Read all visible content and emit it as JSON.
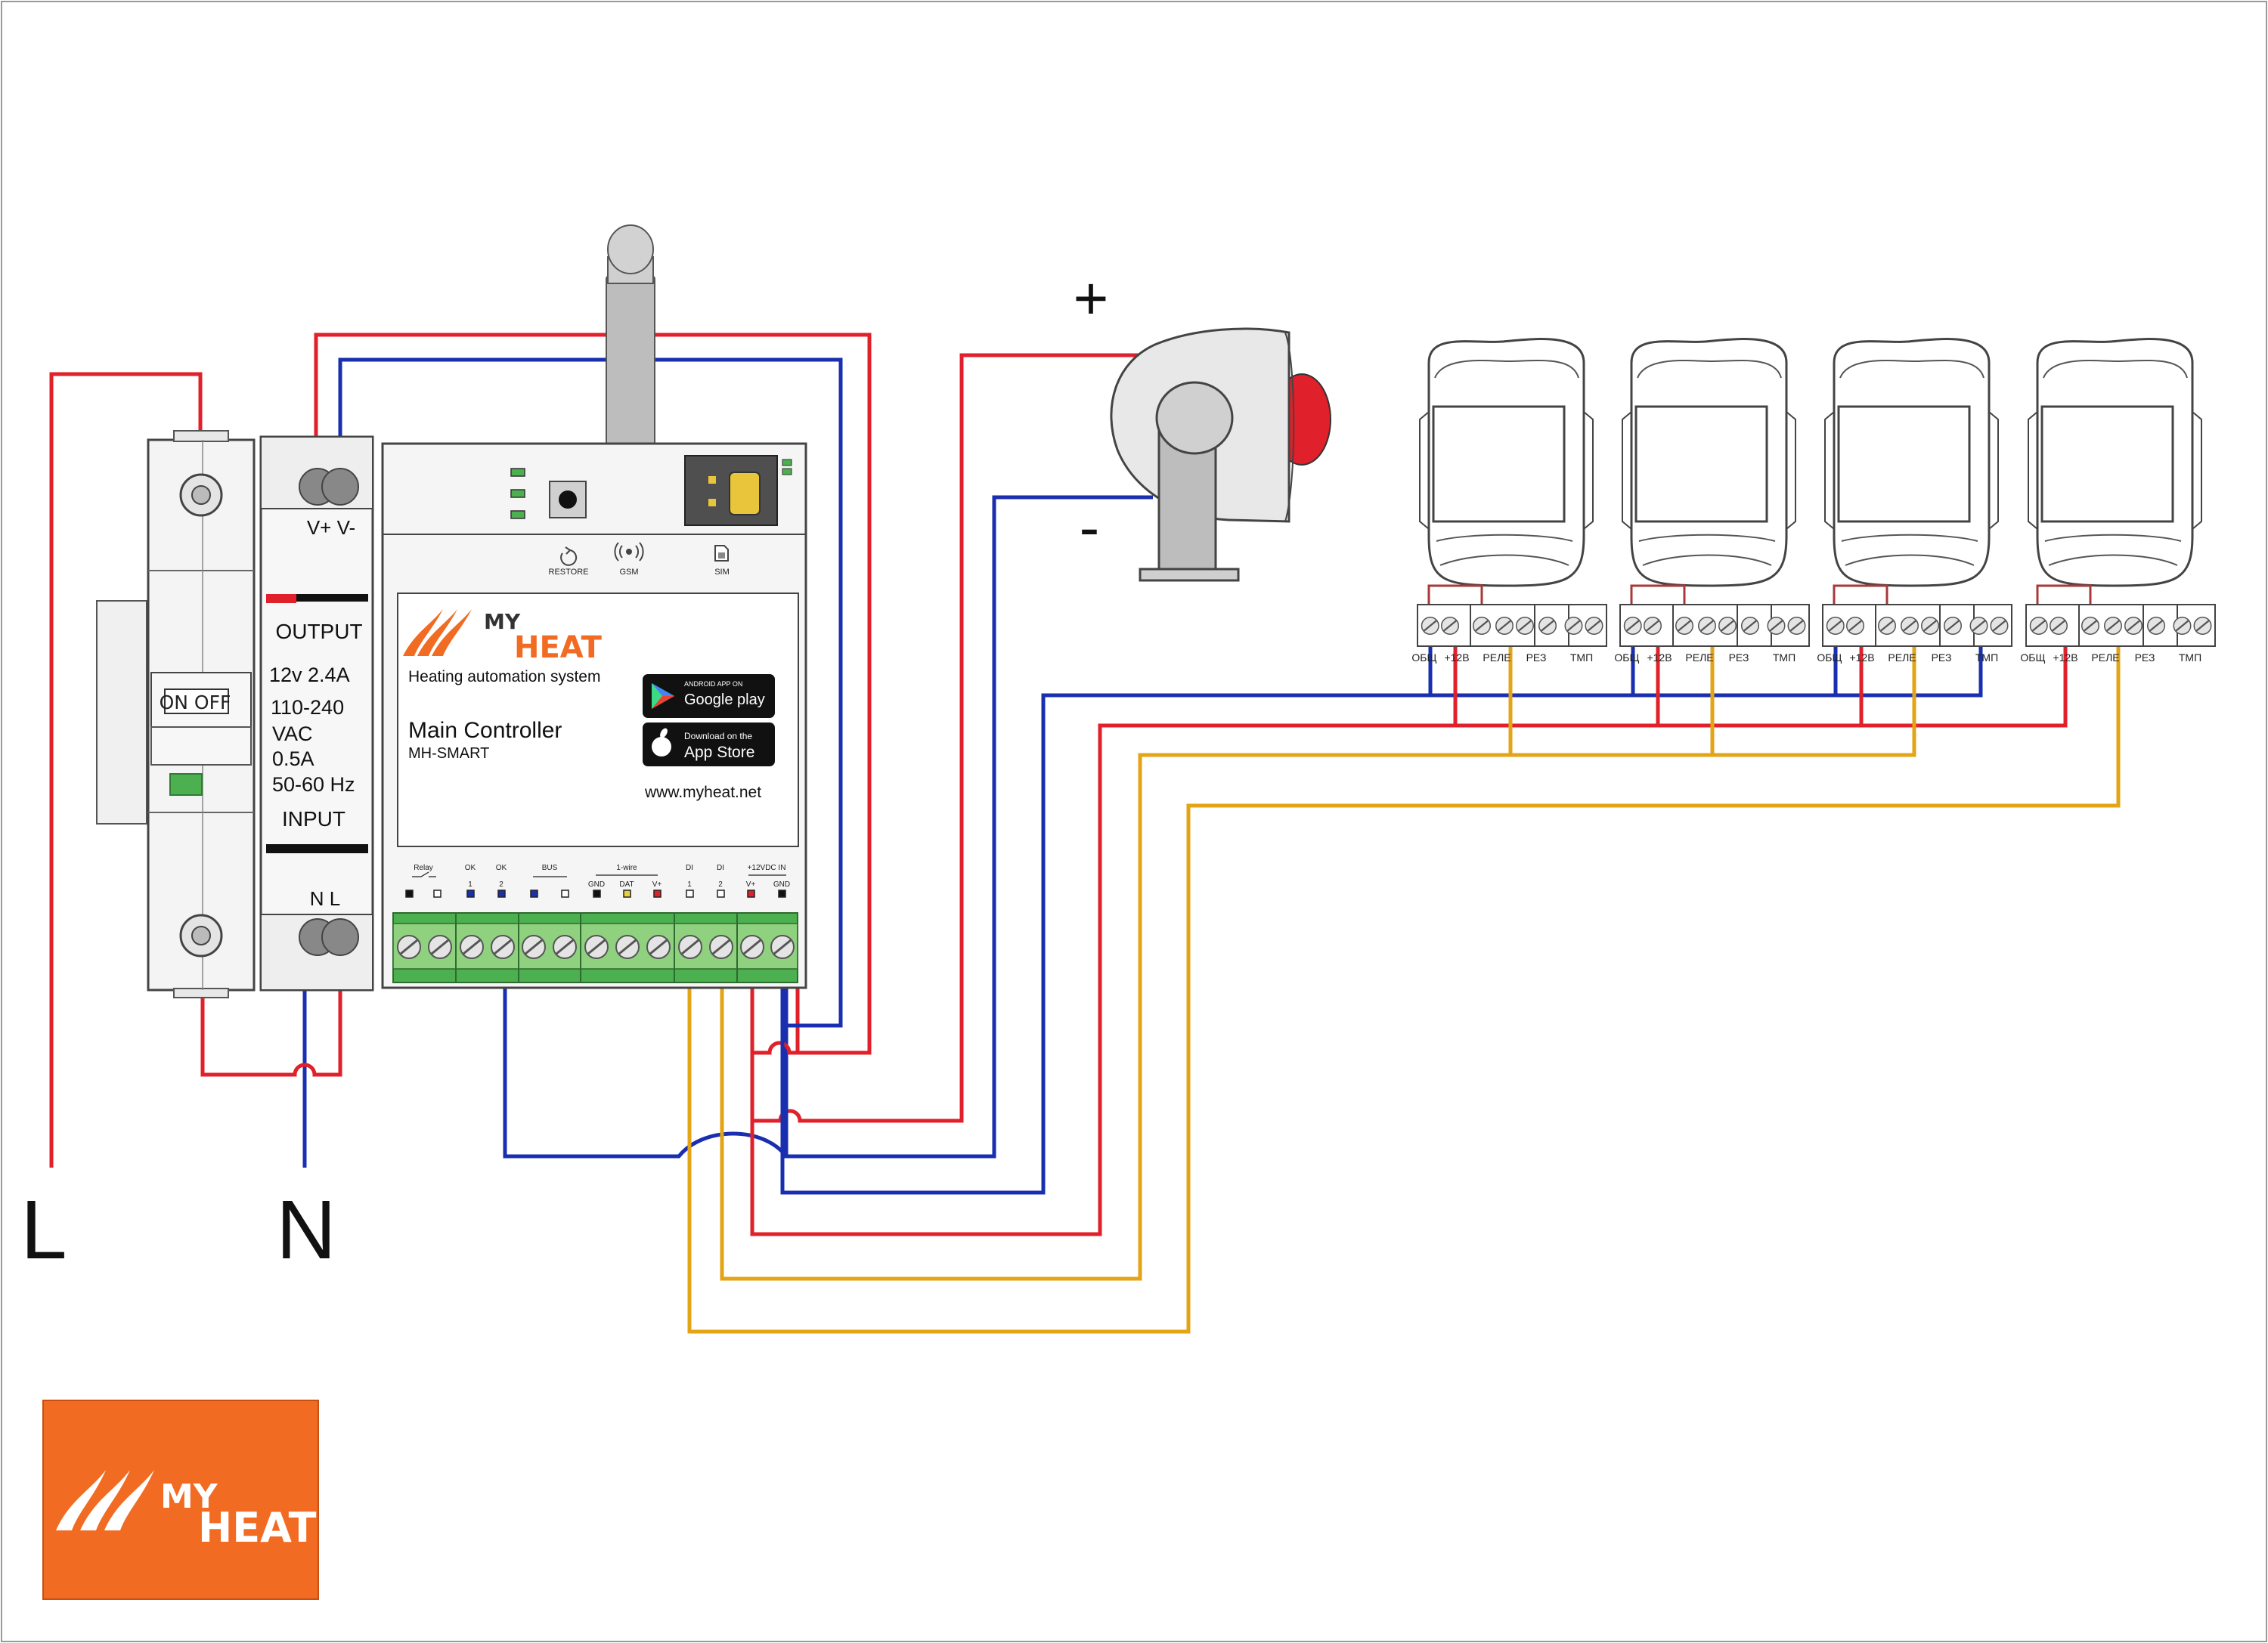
{
  "colors": {
    "red": "#e0202a",
    "blue": "#1a2fb0",
    "yellow": "#e3a416",
    "dark_red": "#a8383a",
    "green": "#4caf50",
    "orange": "#f26b22",
    "device_gray": "#d9d9d9",
    "outline": "#444444"
  },
  "mains": {
    "line_label": "L",
    "neutral_label": "N"
  },
  "breaker": {
    "switch_label": "ON OFF"
  },
  "psu": {
    "output_terminals": "V+  V-",
    "output_title": "OUTPUT",
    "output_rating": "12v 2.4A",
    "input_voltage": "110-240",
    "input_voltage_unit": "VAC",
    "input_current": "0.5A",
    "input_frequency": "50-60 Hz",
    "input_title": "INPUT",
    "input_terminals": "N  L"
  },
  "controller": {
    "indicator_labels": {
      "restore": "RESTORE",
      "gsm": "GSM",
      "sim": "SIM"
    },
    "logo_top": "MY",
    "logo_bottom": "HEAT",
    "subtitle": "Heating automation system",
    "title": "Main Controller",
    "model": "MH-SMART",
    "google_small": "ANDROID APP ON",
    "google_big": "Google play",
    "apple_small": "Download on the",
    "apple_big": "App Store",
    "website": "www.myheat.net",
    "terminal_groups": [
      {
        "name": "Relay",
        "pins": []
      },
      {
        "name": "OK",
        "pins": [
          "1"
        ]
      },
      {
        "name": "OK",
        "pins": [
          "2"
        ]
      },
      {
        "name": "BUS",
        "pins": []
      },
      {
        "name": "1-wire",
        "pins": [
          "GND",
          "DAT",
          "V+"
        ]
      },
      {
        "name": "DI",
        "pins": [
          "1"
        ]
      },
      {
        "name": "DI",
        "pins": [
          "2"
        ]
      },
      {
        "name": "+12VDC IN",
        "pins": [
          "V+",
          "GND"
        ]
      }
    ]
  },
  "siren": {
    "plus_label": "+",
    "minus_label": "-"
  },
  "sensor_terminal_labels": [
    "ОБЩ",
    "+12В",
    "РЕЛЕ",
    "РЕЗ",
    "ТМП"
  ],
  "sensors_count": 4,
  "brand_logo": {
    "top": "MY",
    "bottom": "HEAT"
  }
}
